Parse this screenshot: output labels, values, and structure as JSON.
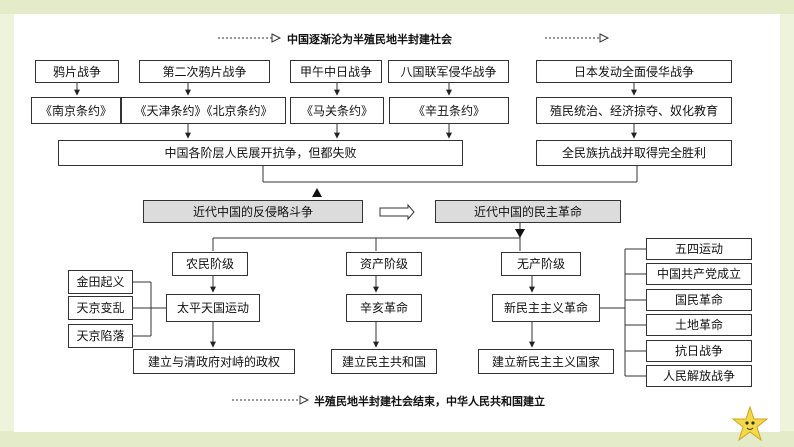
{
  "top_caption": "中国逐渐沦为半殖民地半封建社会",
  "bottom_caption": "半殖民地半封建社会结束，中华人民共和国建立",
  "wars": {
    "opium": "鸦片战争",
    "second_opium": "第二次鸦片战争",
    "sino_japanese": "甲午中日战争",
    "eight_nations": "八国联军侵华战争",
    "japan_invasion": "日本发动全面侵华战争"
  },
  "treaties": {
    "nanjing": "《南京条约》",
    "tianjin_beijing": "《天津条约》《北京条约》",
    "maguan": "《马关条约》",
    "xinchou": "《辛丑条约》",
    "colonial_rule": "殖民统治、经济掠夺、奴化教育"
  },
  "results": {
    "failed": "中国各阶层人民展开抗争，但都失败",
    "victory": "全民族抗战并取得完全胜利"
  },
  "main": {
    "anti_aggression": "近代中国的反侵略斗争",
    "revolution": "近代中国的民主革命"
  },
  "classes": {
    "peasant": {
      "label": "农民阶级",
      "movement": "太平天国运动",
      "outcome": "建立与清政府对峙的政权",
      "events": [
        "金田起义",
        "天京变乱",
        "天京陷落"
      ]
    },
    "bourgeois": {
      "label": "资产阶级",
      "movement": "辛亥革命",
      "outcome": "建立民主共和国"
    },
    "proletariat": {
      "label": "无产阶级",
      "movement": "新民主主义革命",
      "outcome": "建立新民主主义国家",
      "events": [
        "五四运动",
        "中国共产党成立",
        "国民革命",
        "土地革命",
        "抗日战争",
        "人民解放战争"
      ]
    }
  }
}
